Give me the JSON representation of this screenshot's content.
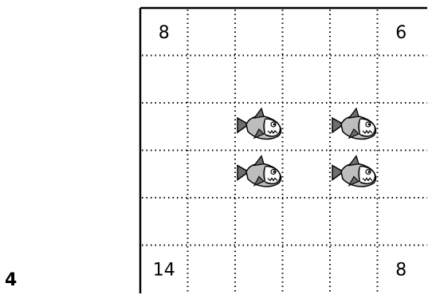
{
  "problem_number": "4",
  "grid": {
    "rows": 6,
    "cols": 6,
    "corner_numbers": {
      "top_left": "8",
      "top_right": "6",
      "bottom_left": "14",
      "bottom_right": "8"
    },
    "fish_cells": [
      {
        "row": 2,
        "col": 2
      },
      {
        "row": 2,
        "col": 4
      },
      {
        "row": 3,
        "col": 2
      },
      {
        "row": 3,
        "col": 4
      }
    ],
    "colors": {
      "line": "#000000",
      "fish_body": "#bdbdbd",
      "fish_fin": "#6e6e6e"
    }
  }
}
